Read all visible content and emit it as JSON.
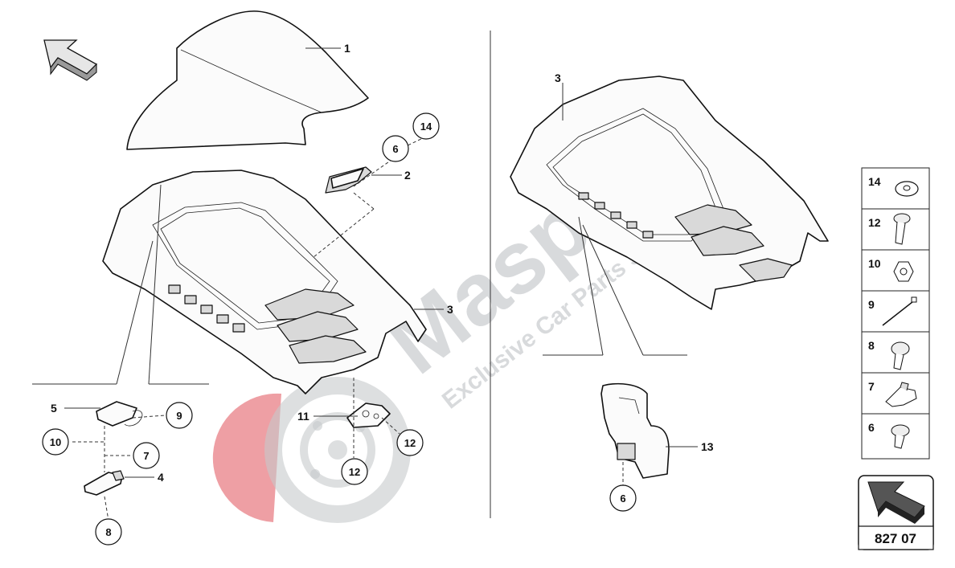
{
  "diagram_code": "827 07",
  "watermark": {
    "brand": "Masparts",
    "tagline": "Exclusive Car Parts Specialist"
  },
  "callouts": {
    "l1": "1",
    "l2": "2",
    "l3a": "3",
    "l3b": "3",
    "l4": "4",
    "l5": "5",
    "l6a": "6",
    "l6b": "6",
    "l7": "7",
    "l8": "8",
    "l9": "9",
    "l10": "10",
    "l11": "11",
    "l12a": "12",
    "l12b": "12",
    "l13": "13",
    "l14": "14"
  },
  "legend": [
    {
      "num": "14",
      "icon": "washer-icon"
    },
    {
      "num": "12",
      "icon": "flange-screw-icon"
    },
    {
      "num": "10",
      "icon": "hex-nut-icon"
    },
    {
      "num": "9",
      "icon": "cable-tie-icon"
    },
    {
      "num": "8",
      "icon": "torx-screw-icon"
    },
    {
      "num": "7",
      "icon": "clip-bracket-icon"
    },
    {
      "num": "6",
      "icon": "short-screw-icon"
    }
  ],
  "colors": {
    "line": "#111111",
    "watermark_grey": "#b9bcc0",
    "watermark_red": "#e0505a"
  }
}
